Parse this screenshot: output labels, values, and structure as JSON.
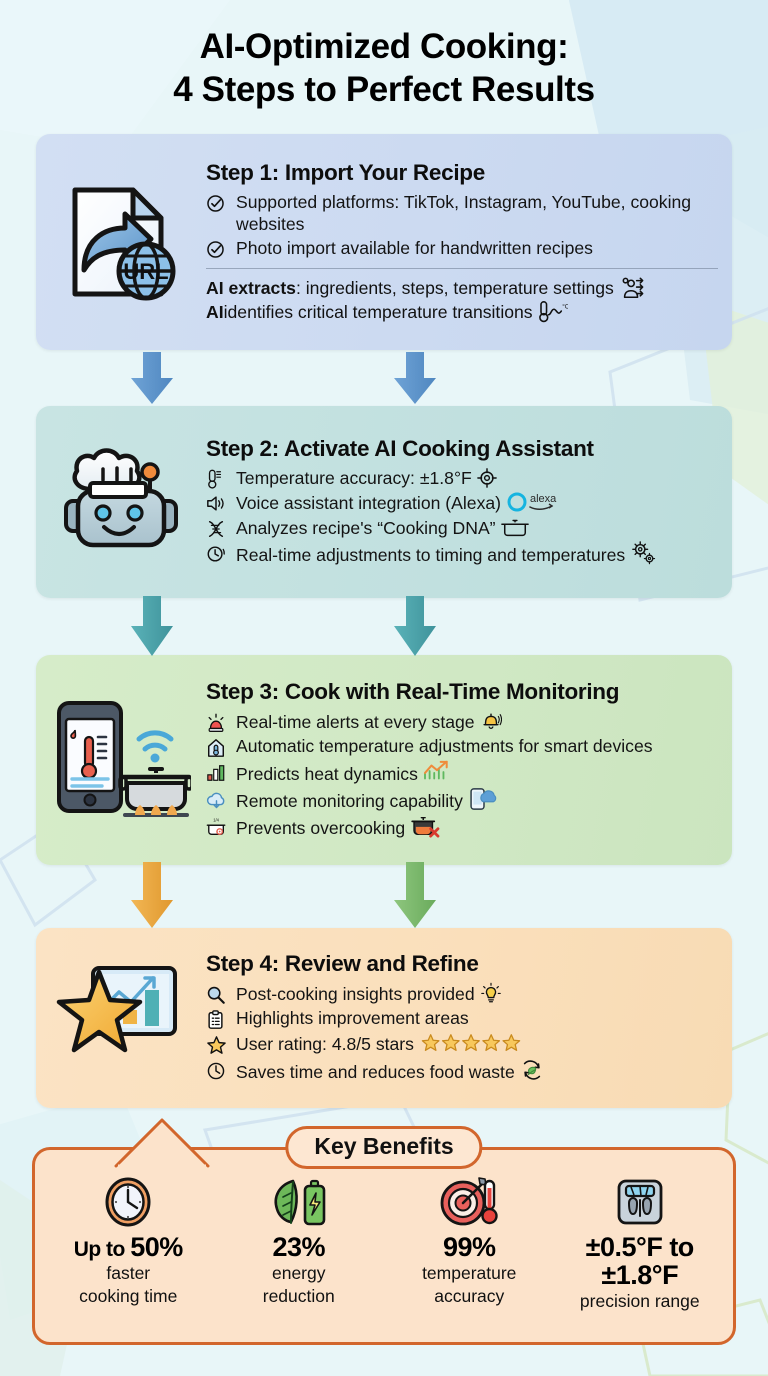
{
  "title": {
    "line1": "AI-Optimized Cooking:",
    "line2": "4 Steps to Perfect Results"
  },
  "colors": {
    "page_bg": "#e8f6f8",
    "step1_bg": "#ccdaf1",
    "step2_bg": "#c1e0df",
    "step3_bg": "#d0e8c4",
    "step4_bg": "#fadfbb",
    "arrow_step1": "#5b93cc",
    "arrow_step2": "#4fa3ab",
    "arrow_step3_left": "#eda942",
    "arrow_step3_right": "#7cba6d",
    "benefits_border": "#d2662c",
    "benefits_bg": "#fce3cb"
  },
  "steps": [
    {
      "id": "step-1",
      "title": "Step 1: Import Your Recipe",
      "icon_name": "document-share-url-icon",
      "bullets": [
        {
          "icon": "check-circle-icon",
          "text": "Supported platforms: TikTok, Instagram, YouTube, cooking websites",
          "trailing_icon": ""
        },
        {
          "icon": "check-circle-icon",
          "text": "Photo import available for handwritten recipes",
          "trailing_icon": ""
        }
      ],
      "divider": true,
      "footnotes": [
        {
          "bold": "AI extracts",
          "rest": ": ingredients, steps, temperature settings",
          "trailing_icon": "data-extract-icon"
        },
        {
          "bold": "AI",
          "rest": " identifies critical temperature transitions",
          "trailing_icon": "thermometer-curve-icon"
        }
      ]
    },
    {
      "id": "step-2",
      "title": "Step 2: Activate AI Cooking Assistant",
      "icon_name": "robot-chef-icon",
      "bullets": [
        {
          "icon": "thermometer-icon",
          "text": "Temperature accuracy: ±1.8°F",
          "trailing_icon": "target-icon"
        },
        {
          "icon": "speaker-icon",
          "text": "Voice assistant integration (Alexa)",
          "trailing_icon": "alexa-logo-icon"
        },
        {
          "icon": "dna-icon",
          "text": "Analyzes recipe's “Cooking DNA”",
          "trailing_icon": "pot-outline-icon"
        },
        {
          "icon": "clock-refresh-icon",
          "text": "Real-time adjustments to timing and temperatures",
          "trailing_icon": "gears-icon"
        }
      ],
      "divider": false,
      "footnotes": []
    },
    {
      "id": "step-3",
      "title": "Step 3: Cook with Real-Time Monitoring",
      "icon_name": "phone-thermometer-pot-wifi-icon",
      "bullets": [
        {
          "icon": "siren-icon",
          "text": "Real-time alerts at every stage",
          "trailing_icon": "bell-icon"
        },
        {
          "icon": "thermostat-house-icon",
          "text": "Automatic temperature adjustments for smart devices",
          "trailing_icon": ""
        },
        {
          "icon": "bar-chart-icon",
          "text": "Predicts heat dynamics",
          "trailing_icon": "chart-up-icon"
        },
        {
          "icon": "cloud-upload-icon",
          "text": "Remote monitoring capability",
          "trailing_icon": "phone-cloud-icon"
        },
        {
          "icon": "pressure-cooker-icon",
          "text": "Prevents overcooking",
          "trailing_icon": "no-burn-pot-icon"
        }
      ],
      "divider": false,
      "footnotes": []
    },
    {
      "id": "step-4",
      "title": "Step 4: Review and Refine",
      "icon_name": "star-analytics-icon",
      "bullets": [
        {
          "icon": "magnifier-icon",
          "text": "Post-cooking insights provided",
          "trailing_icon": "lightbulb-icon"
        },
        {
          "icon": "clipboard-icon",
          "text": "Highlights improvement areas",
          "trailing_icon": ""
        },
        {
          "icon": "star-outline-icon",
          "text": "User rating: 4.8/5 stars",
          "trailing_icon": "five-stars-icon"
        },
        {
          "icon": "clock-icon",
          "text": "Saves time and reduces food waste",
          "trailing_icon": "recycle-leaf-icon"
        }
      ],
      "divider": false,
      "footnotes": []
    }
  ],
  "benefits": {
    "badge": "Key Benefits",
    "items": [
      {
        "icon_name": "clock-icon",
        "value_prefix": "Up to ",
        "value": "50%",
        "label_line1": "faster",
        "label_line2": "cooking time"
      },
      {
        "icon_name": "leaf-battery-icon",
        "value_prefix": "",
        "value": "23%",
        "label_line1": "energy",
        "label_line2": "reduction"
      },
      {
        "icon_name": "target-thermometer-icon",
        "value_prefix": "",
        "value": "99%",
        "label_line1": "temperature",
        "label_line2": "accuracy"
      },
      {
        "icon_name": "scale-icon",
        "value_prefix": "",
        "value": "±0.5°F to ±1.8°F",
        "label_line1": "precision range",
        "label_line2": ""
      }
    ]
  }
}
